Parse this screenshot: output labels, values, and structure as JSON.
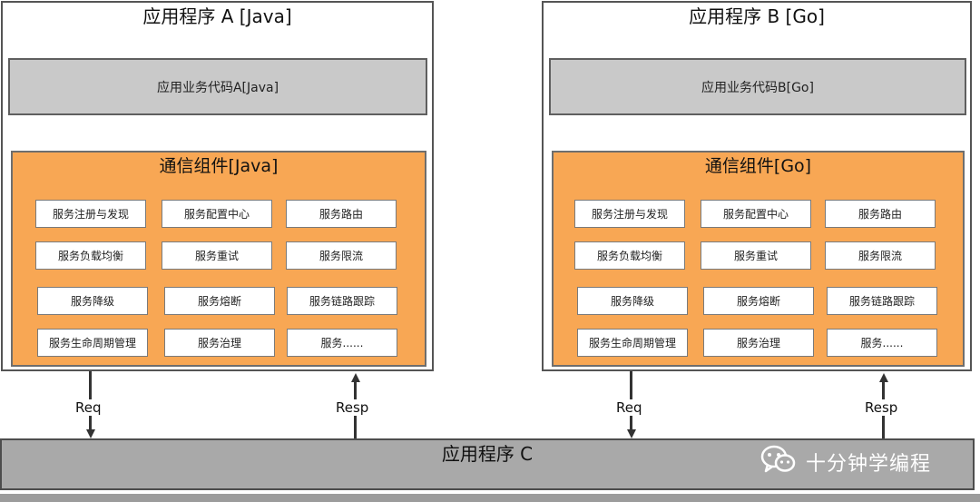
{
  "app_a": {
    "title": "应用程序  A [Java]",
    "business": "应用业务代码A[Java]",
    "comm_title": "通信组件[Java]",
    "services": [
      "服务注册与发现",
      "服务配置中心",
      "服务路由",
      "服务负载均衡",
      "服务重试",
      "服务限流",
      "服务降级",
      "服务熔断",
      "服务链路跟踪",
      "服务生命周期管理",
      "服务治理",
      "服务......"
    ]
  },
  "app_b": {
    "title": "应用程序  B [Go]",
    "business": "应用业务代码B[Go]",
    "comm_title": "通信组件[Go]",
    "services": [
      "服务注册与发现",
      "服务配置中心",
      "服务路由",
      "服务负载均衡",
      "服务重试",
      "服务限流",
      "服务降级",
      "服务熔断",
      "服务链路跟踪",
      "服务生命周期管理",
      "服务治理",
      "服务......"
    ]
  },
  "bus": {
    "title": "应用程序  C"
  },
  "arrows": {
    "req": "Req",
    "resp": "Resp"
  },
  "watermark": {
    "text": "十分钟学编程",
    "icon": "wechat-icon"
  }
}
